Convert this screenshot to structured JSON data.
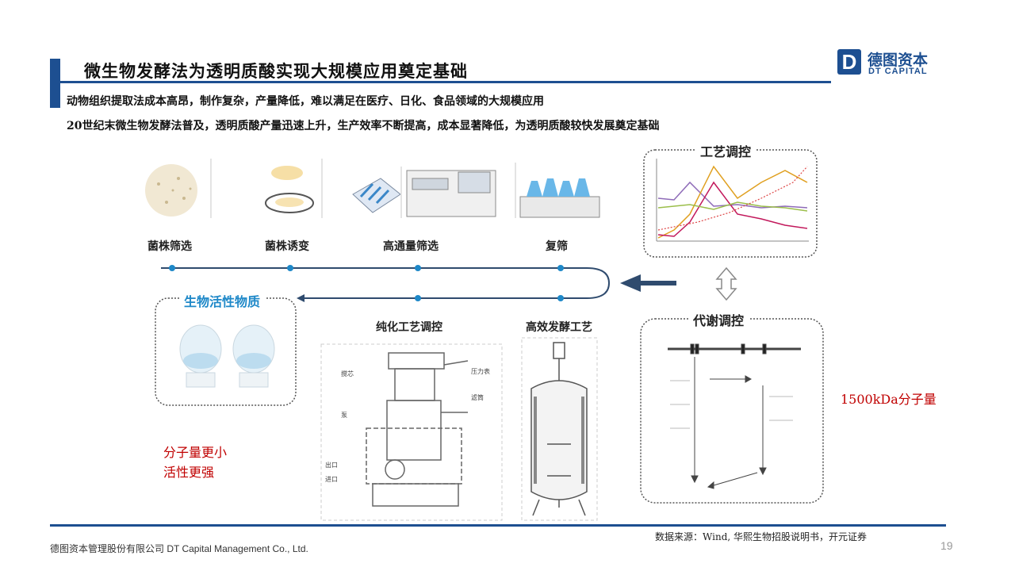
{
  "header": {
    "title": "微生物发酵法为透明质酸实现大规模应用奠定基础",
    "logo_mark": "D",
    "logo_cn": "德图资本",
    "logo_en": "DT CAPITAL"
  },
  "bullets": [
    "动物组织提取法成本高昂，制作复杂，产量降低，难以满足在医疗、日化、食品领域的大规模应用",
    "20世纪末微生物发酵法普及，透明质酸产量迅速上升，生产效率不断提高，成本显著降低，为透明质酸较快发展奠定基础"
  ],
  "diagram": {
    "steps": [
      "菌株筛选",
      "菌株诱变",
      "高通量筛选",
      "复筛"
    ],
    "bioactive_title": "生物活性物质",
    "purification_title": "纯化工艺调控",
    "fermentation_title": "高效发酵工艺",
    "process_title": "工艺调控",
    "metabolic_title": "代谢调控",
    "equipment_labels": {
      "a": "搅芯",
      "b": "压力表",
      "c": "滤筒",
      "d": "泵",
      "e": "出口",
      "f": "进口"
    },
    "note_small_1": "分子量更小",
    "note_small_2": "活性更强",
    "note_large": "1500kDa分子量"
  },
  "footer": {
    "company": "德图资本管理股份有限公司 DT Capital Management Co., Ltd.",
    "source": "数据来源：Wind, 华熙生物招股说明书，开元证券",
    "page": "19"
  },
  "colors": {
    "brand": "#1d4f91",
    "accent_red": "#c00000",
    "timeline_dot": "#1e88c8"
  }
}
